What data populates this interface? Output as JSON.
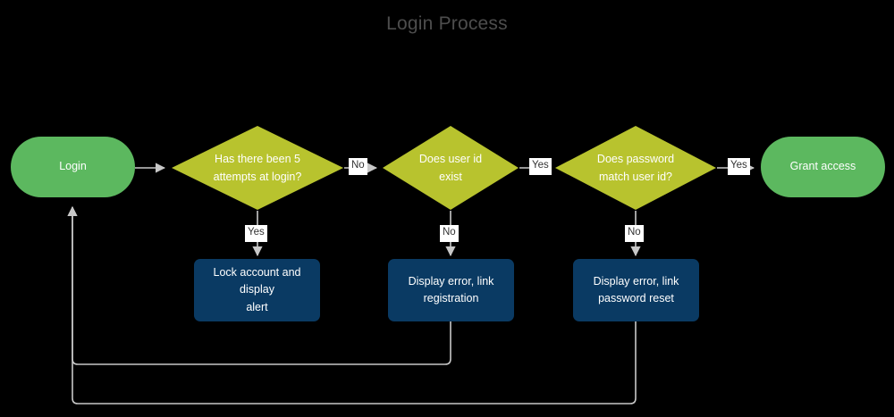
{
  "diagram": {
    "title": "Login Process",
    "title_color": "#4d4d4d",
    "background_color": "#000000",
    "edge_color": "#c8c8c8",
    "colors": {
      "terminal": "#5cb85f",
      "decision": "#b8c32e",
      "process": "#0a3a63",
      "label_text": "#333333",
      "node_text": "#ffffff"
    }
  },
  "nodes": [
    {
      "id": "login",
      "type": "terminal",
      "label": "Login"
    },
    {
      "id": "attempts",
      "type": "decision",
      "label_line1": "Has there been 5",
      "label_line2": "attempts at login?"
    },
    {
      "id": "userid",
      "type": "decision",
      "label_line1": "Does user id",
      "label_line2": "exist"
    },
    {
      "id": "password",
      "type": "decision",
      "label_line1": "Does password",
      "label_line2": "match user id?"
    },
    {
      "id": "grant",
      "type": "terminal",
      "label": "Grant access"
    },
    {
      "id": "lock",
      "type": "process",
      "label_line1": "Lock account and display",
      "label_line2": "alert"
    },
    {
      "id": "err_reg",
      "type": "process",
      "label_line1": "Display error, link",
      "label_line2": "registration"
    },
    {
      "id": "err_pass",
      "type": "process",
      "label_line1": "Display error, link",
      "label_line2": "password reset"
    }
  ],
  "edge_labels": {
    "attempts_to_userid": "No",
    "attempts_to_lock": "Yes",
    "userid_to_password": "Yes",
    "userid_to_err_reg": "No",
    "password_to_grant": "Yes",
    "password_to_err_pass": "No"
  }
}
